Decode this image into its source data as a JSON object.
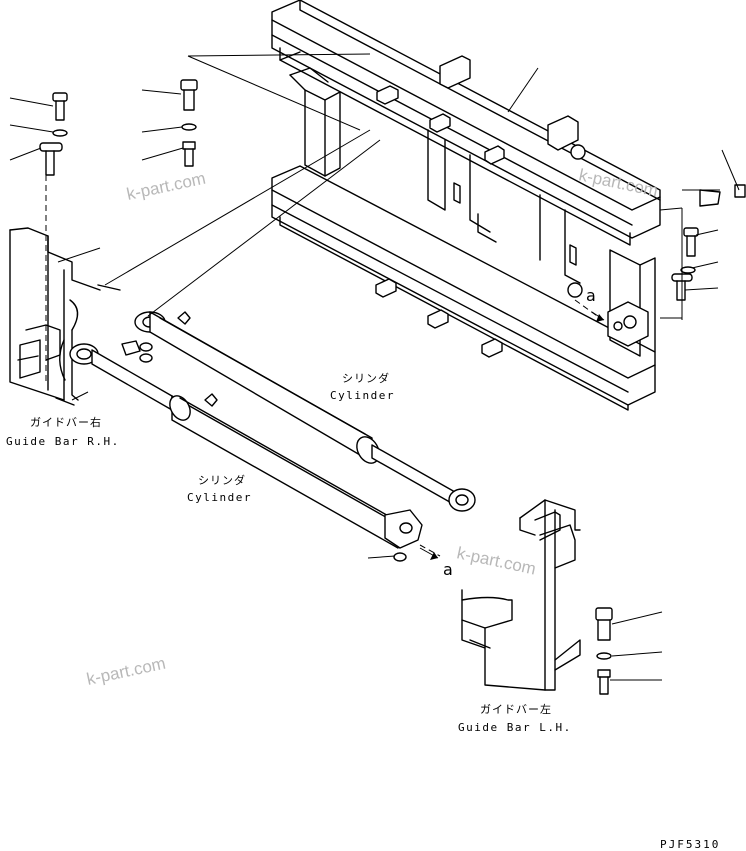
{
  "watermark": "k-part.com",
  "labels": {
    "cyl_upper_jp": "シリンダ",
    "cyl_upper_en": "Cylinder",
    "cyl_lower_jp": "シリンダ",
    "cyl_lower_en": "Cylinder",
    "guide_rh_jp": "ガイドバー右",
    "guide_rh_en": "Guide Bar R.H.",
    "guide_lh_jp": "ガイドバー左",
    "guide_lh_en": "Guide Bar L.H.",
    "ref_a1": "a",
    "ref_a2": "a",
    "drawing_code": "PJF5310"
  }
}
